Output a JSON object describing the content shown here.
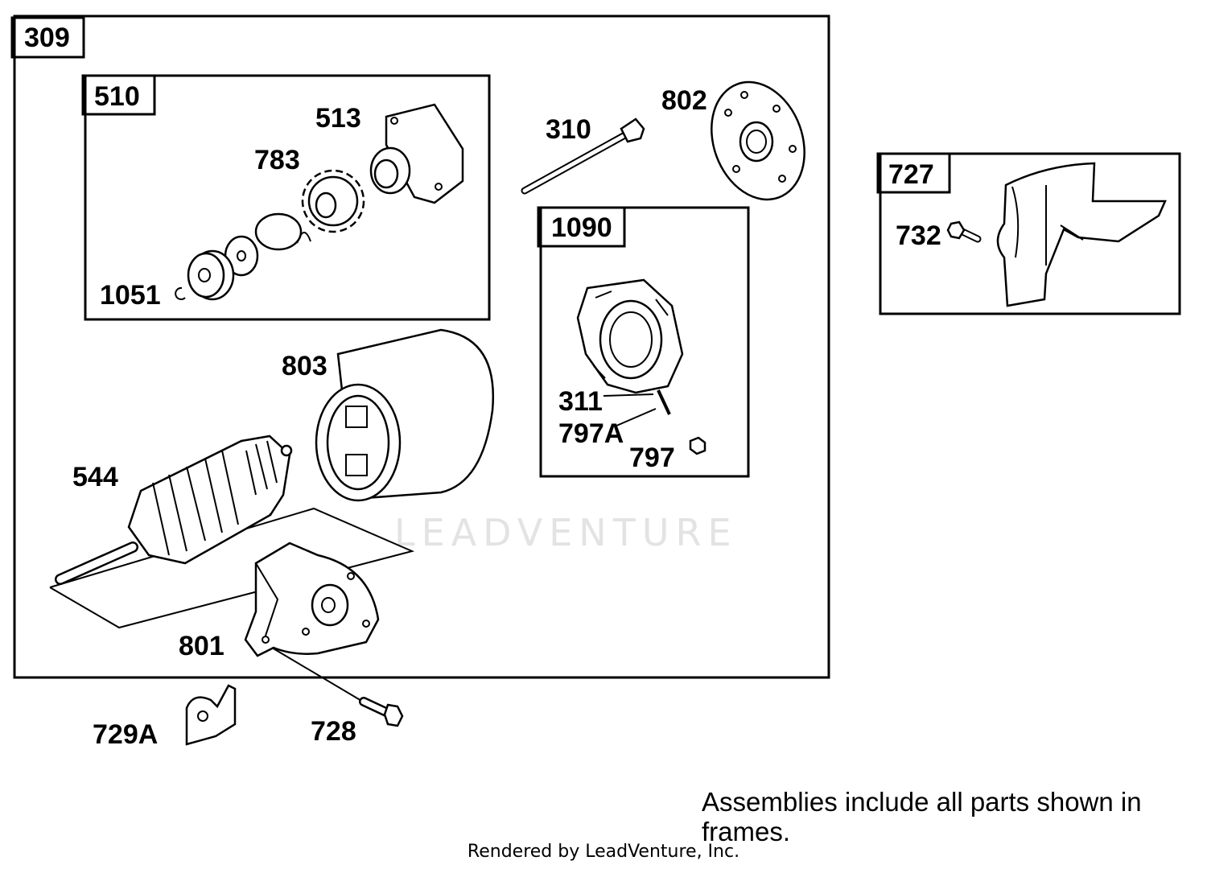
{
  "frames": {
    "f309": "309",
    "f510": "510",
    "f1090": "1090",
    "f727": "727"
  },
  "parts": {
    "p513": "513",
    "p783": "783",
    "p1051": "1051",
    "p310": "310",
    "p802": "802",
    "p803": "803",
    "p311": "311",
    "p797A": "797A",
    "p797": "797",
    "p544": "544",
    "p801": "801",
    "p729A": "729A",
    "p728": "728",
    "p732": "732"
  },
  "watermark": "LEADVENTURE",
  "note": "Assemblies include all parts shown in frames.",
  "footer": "Rendered by LeadVenture, Inc."
}
